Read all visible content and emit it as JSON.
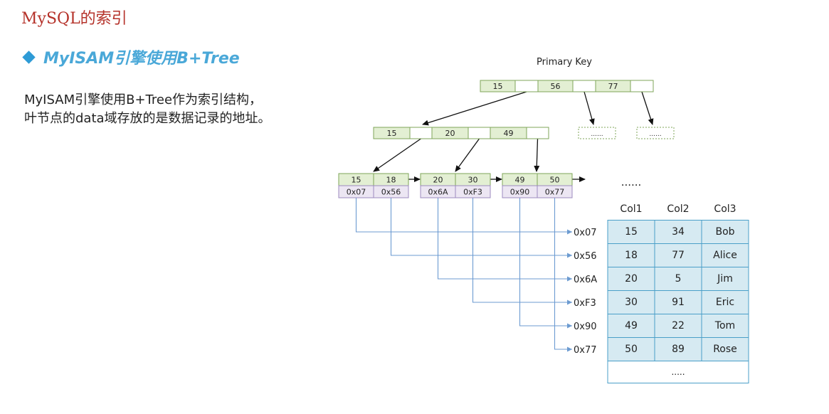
{
  "page": {
    "title": "MySQL的索引",
    "bullet": "MyISAM引擎使用B+Tree",
    "desc_line1": "MyISAM引擎使用B+Tree作为索引结构，",
    "desc_line2": "叶节点的data域存放的是数据记录的地址。"
  },
  "colors": {
    "title": "#b5322a",
    "accent": "#4aa8d8",
    "key_fill": "#e3efd3",
    "key_border": "#7fa65a",
    "addr_fill": "#ece6f3",
    "addr_border": "#9d8bbf",
    "connector": "#6c9bd1",
    "table_fill": "#d6eaf2",
    "table_border": "#4a9fc8"
  },
  "diagram": {
    "root_label": "Primary Key",
    "root_keys": [
      "15",
      "56",
      "77"
    ],
    "mid_keys": [
      "15",
      "20",
      "49"
    ],
    "placeholder": "......",
    "leaves": [
      {
        "keys": [
          "15",
          "18"
        ],
        "addrs": [
          "0x07",
          "0x56"
        ]
      },
      {
        "keys": [
          "20",
          "30"
        ],
        "addrs": [
          "0x6A",
          "0xF3"
        ]
      },
      {
        "keys": [
          "49",
          "50"
        ],
        "addrs": [
          "0x90",
          "0x77"
        ]
      }
    ],
    "leaf_ellipsis": "......",
    "addresses": [
      "0x07",
      "0x56",
      "0x6A",
      "0xF3",
      "0x90",
      "0x77"
    ]
  },
  "table": {
    "headers": [
      "Col1",
      "Col2",
      "Col3"
    ],
    "rows": [
      [
        "15",
        "34",
        "Bob"
      ],
      [
        "18",
        "77",
        "Alice"
      ],
      [
        "20",
        "5",
        "Jim"
      ],
      [
        "30",
        "91",
        "Eric"
      ],
      [
        "49",
        "22",
        "Tom"
      ],
      [
        "50",
        "89",
        "Rose"
      ]
    ],
    "footer": "....."
  }
}
